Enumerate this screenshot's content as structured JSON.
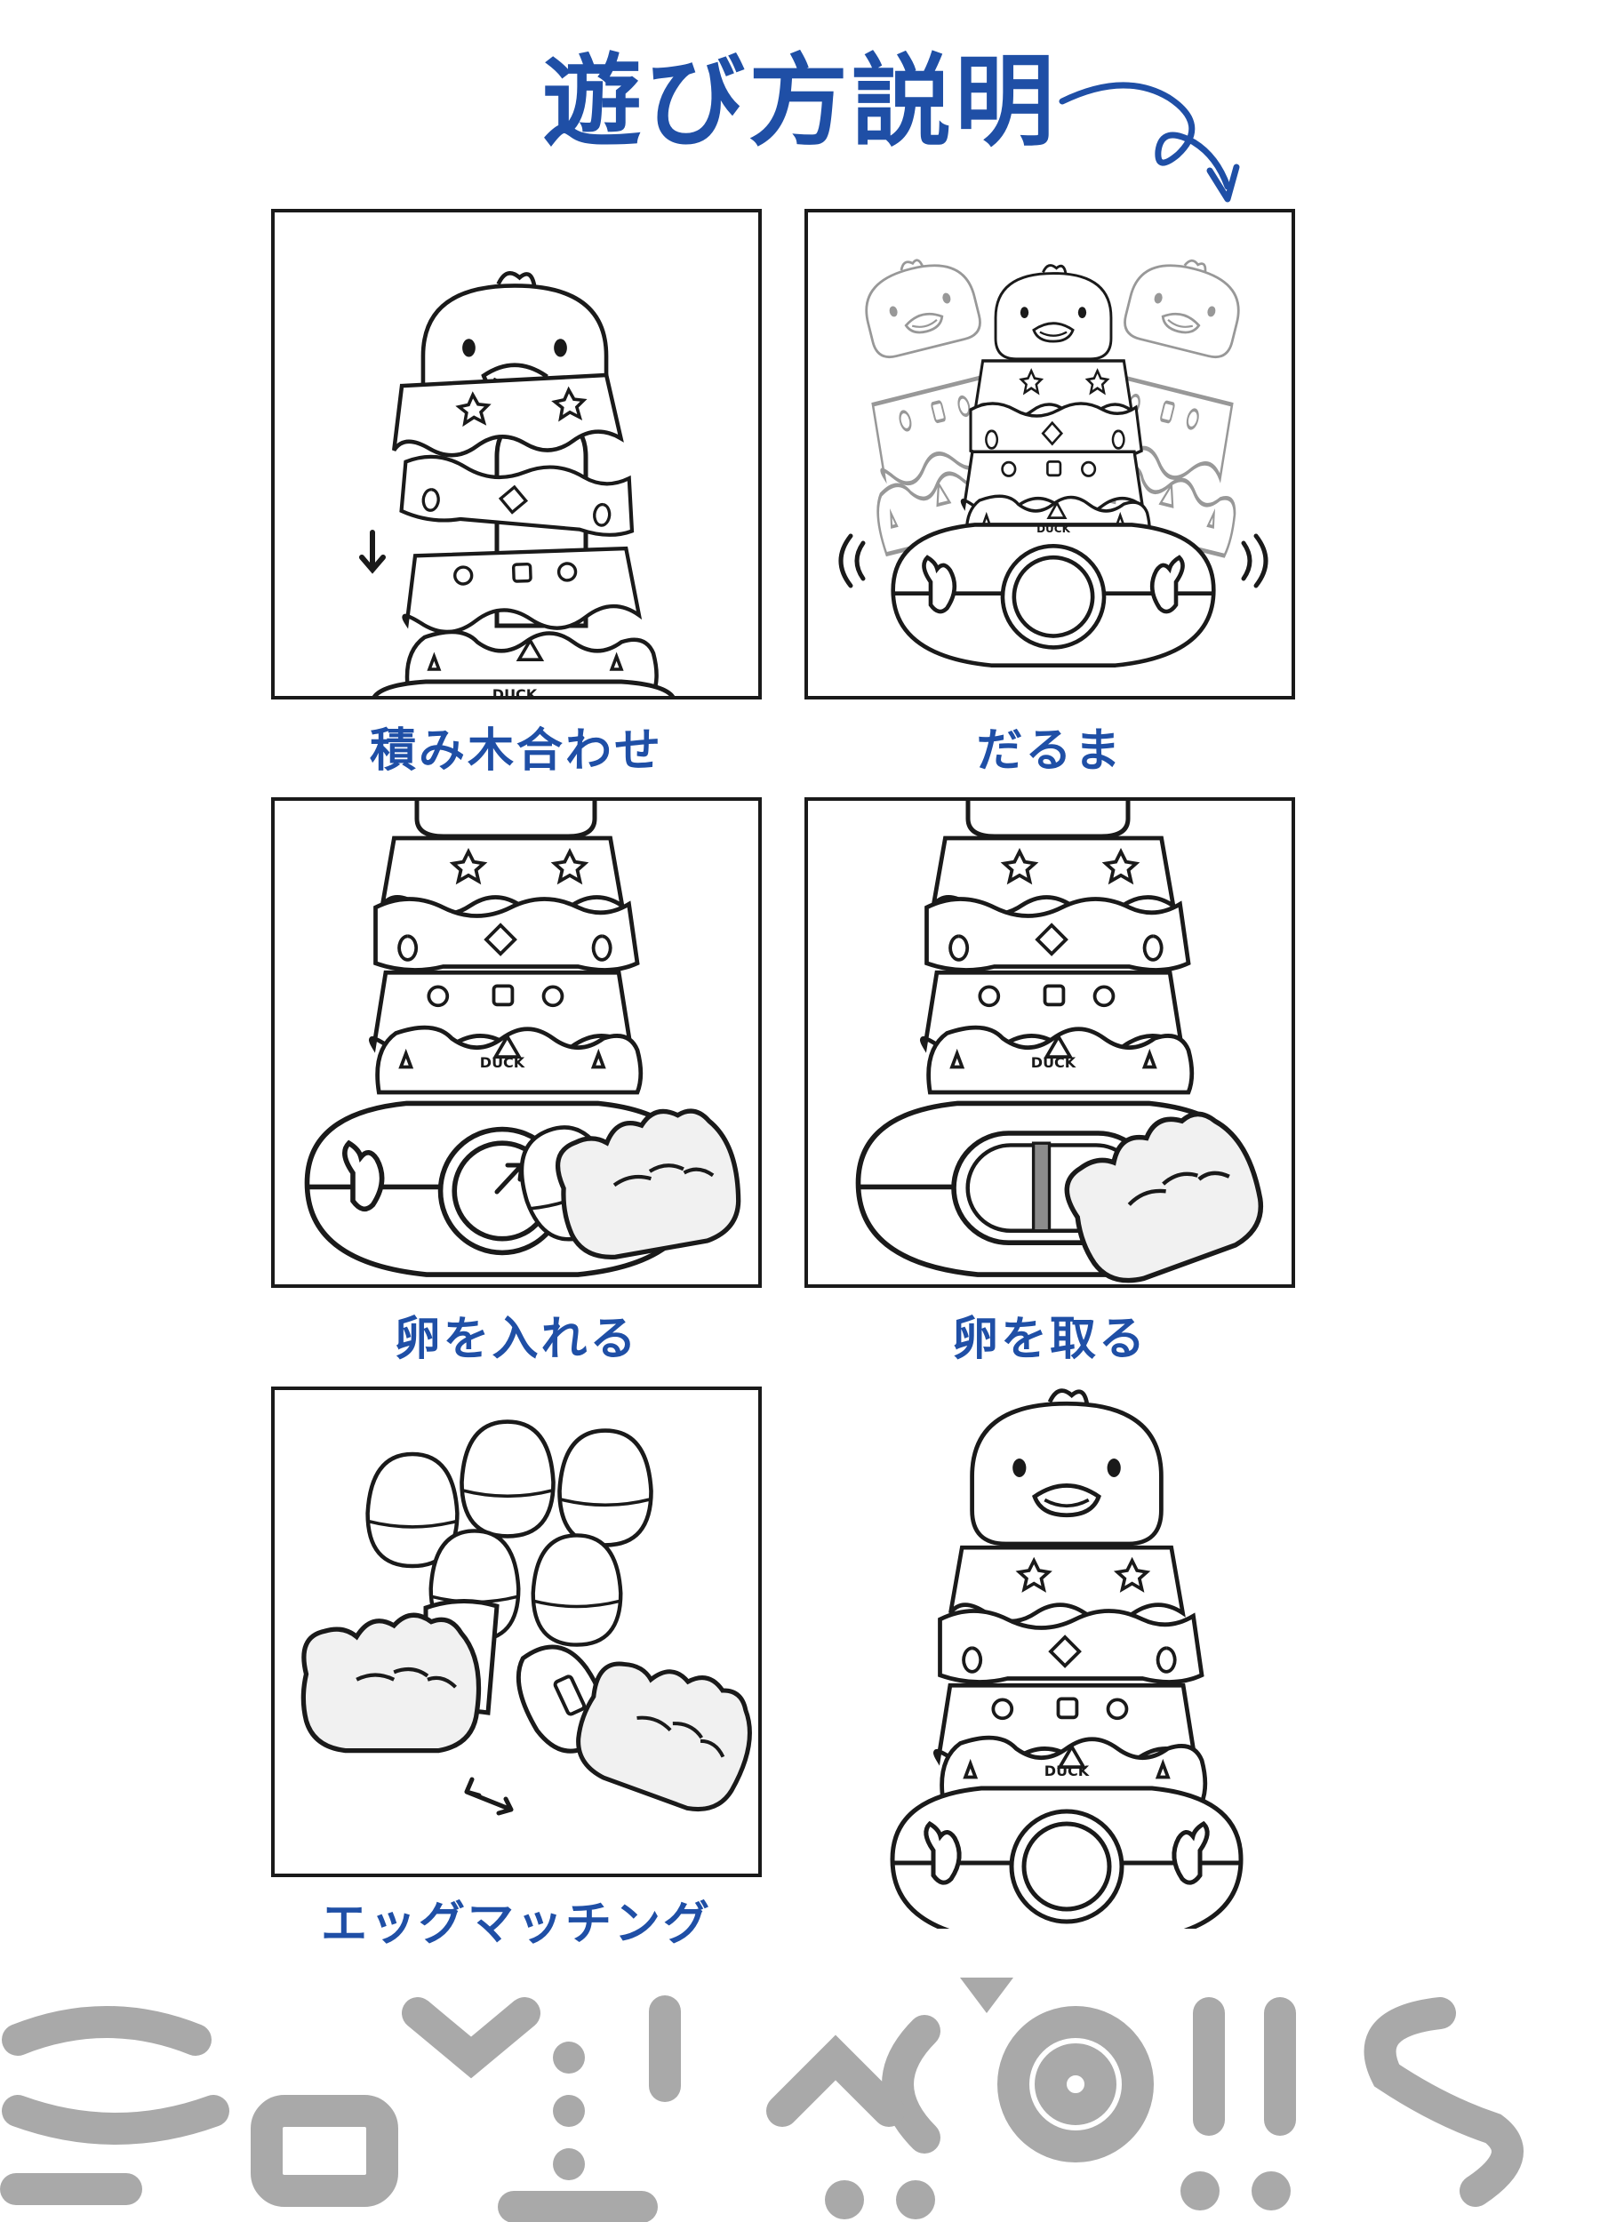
{
  "page": {
    "title": "遊び方説明",
    "accent_color": "#1f4fa6",
    "line_color": "#1a1a1a",
    "deco_color": "#a9a9a9"
  },
  "steps": [
    {
      "caption": "積み木合わせ",
      "label": "DUCK",
      "illustration": "stacking-blocks-with-down-arrow"
    },
    {
      "caption": "だるま",
      "label": "DUCK",
      "illustration": "wobbling-tumbler-duck"
    },
    {
      "caption": "卵を入れる",
      "label": "DUCK",
      "illustration": "hand-inserting-egg"
    },
    {
      "caption": "卵を取る",
      "label": "DUCK",
      "illustration": "hand-taking-egg"
    },
    {
      "caption": "エッグマッチング",
      "illustration": "egg-matching-hands"
    }
  ],
  "final": {
    "label": "DUCK",
    "illustration": "assembled-duck-tower"
  }
}
